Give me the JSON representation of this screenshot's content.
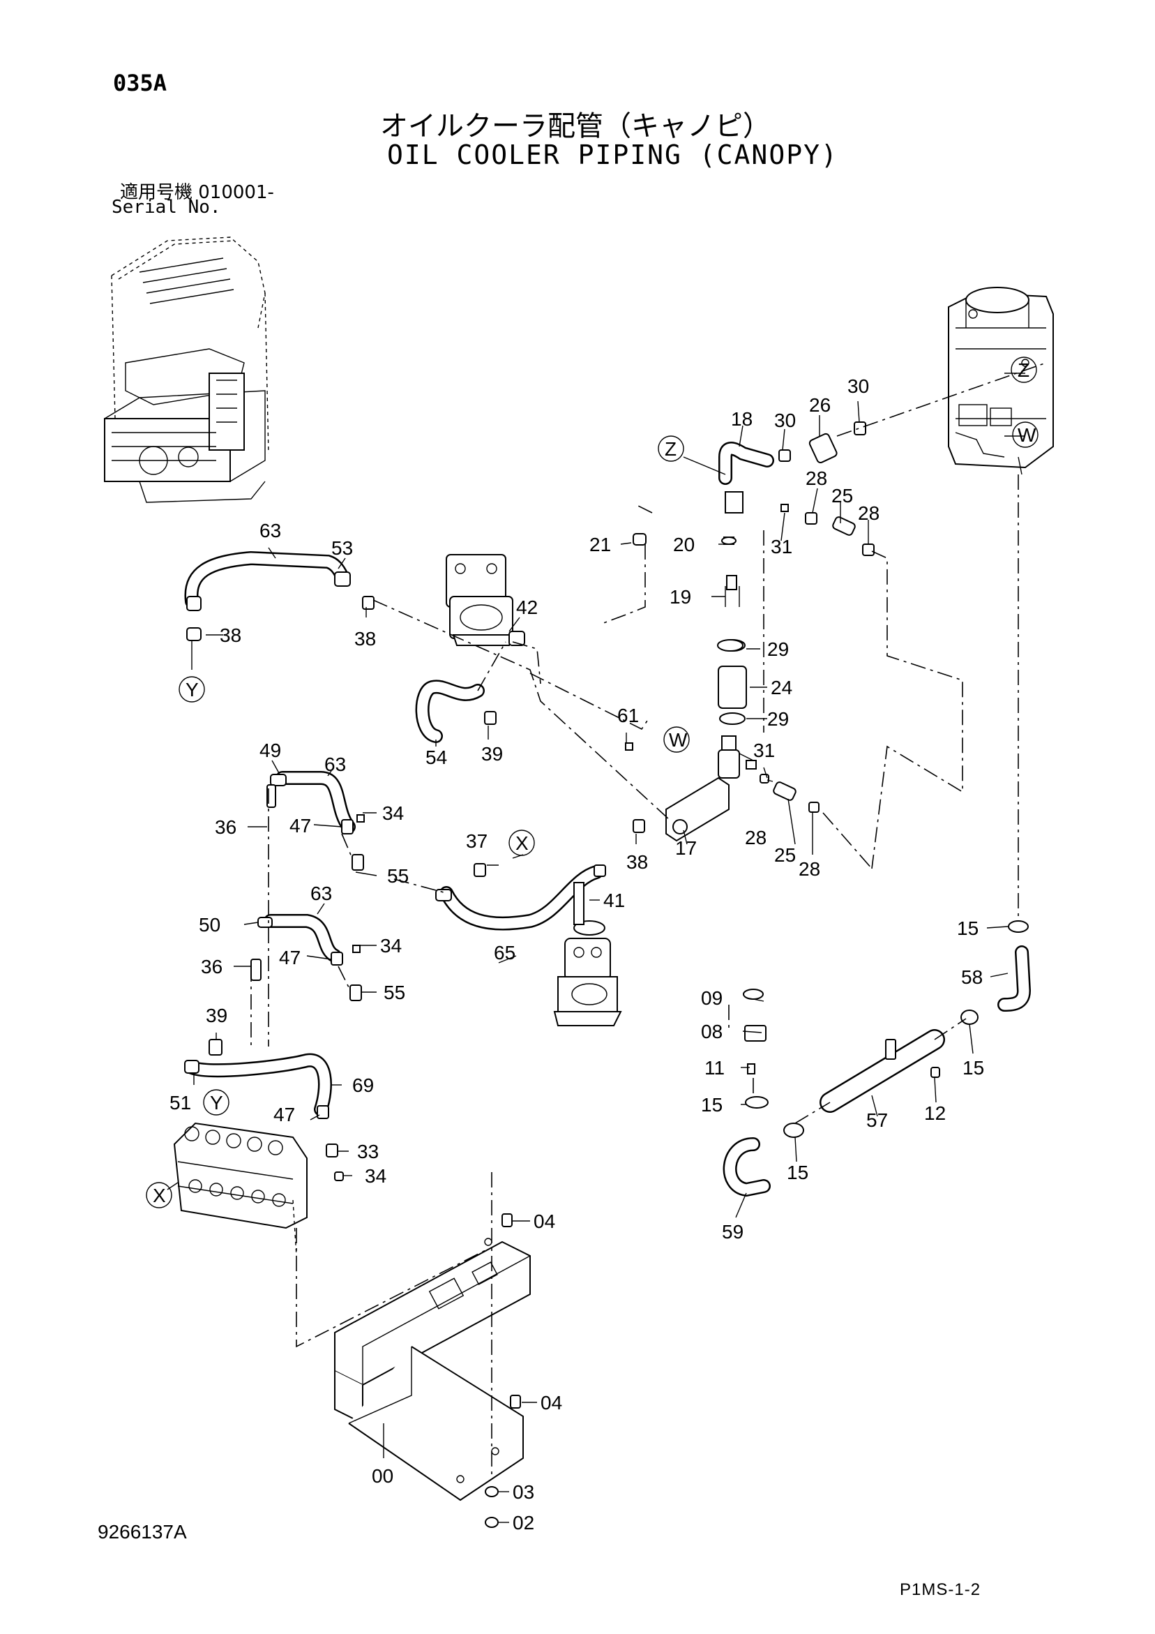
{
  "header": {
    "page_code": "035A",
    "title_jp": "オイルクーラ配管（キャノピ）",
    "title_en": "OIL COOLER PIPING (CANOPY)",
    "serial_label_jp": "適用号機  010001-",
    "serial_label_en": "Serial No."
  },
  "callouts": [
    {
      "label": "63"
    },
    {
      "label": "53"
    },
    {
      "label": "38"
    },
    {
      "label": "38"
    },
    {
      "label": "Y"
    },
    {
      "label": "42"
    },
    {
      "label": "54"
    },
    {
      "label": "39"
    },
    {
      "label": "49"
    },
    {
      "label": "63"
    },
    {
      "label": "36"
    },
    {
      "label": "47"
    },
    {
      "label": "34"
    },
    {
      "label": "55"
    },
    {
      "label": "63"
    },
    {
      "label": "50"
    },
    {
      "label": "36"
    },
    {
      "label": "47"
    },
    {
      "label": "34"
    },
    {
      "label": "55"
    },
    {
      "label": "39"
    },
    {
      "label": "51"
    },
    {
      "label": "Y"
    },
    {
      "label": "47"
    },
    {
      "label": "69"
    },
    {
      "label": "33"
    },
    {
      "label": "34"
    },
    {
      "label": "X"
    },
    {
      "label": "37"
    },
    {
      "label": "X"
    },
    {
      "label": "38"
    },
    {
      "label": "65"
    },
    {
      "label": "41"
    },
    {
      "label": "61"
    },
    {
      "label": "17"
    },
    {
      "label": "W"
    },
    {
      "label": "31"
    },
    {
      "label": "28"
    },
    {
      "label": "25"
    },
    {
      "label": "28"
    },
    {
      "label": "29"
    },
    {
      "label": "24"
    },
    {
      "label": "29"
    },
    {
      "label": "19"
    },
    {
      "label": "21"
    },
    {
      "label": "20"
    },
    {
      "label": "31"
    },
    {
      "label": "Z"
    },
    {
      "label": "18"
    },
    {
      "label": "30"
    },
    {
      "label": "26"
    },
    {
      "label": "30"
    },
    {
      "label": "28"
    },
    {
      "label": "25"
    },
    {
      "label": "28"
    },
    {
      "label": "Z"
    },
    {
      "label": "W"
    },
    {
      "label": "15"
    },
    {
      "label": "58"
    },
    {
      "label": "09"
    },
    {
      "label": "08"
    },
    {
      "label": "11"
    },
    {
      "label": "15"
    },
    {
      "label": "15"
    },
    {
      "label": "57"
    },
    {
      "label": "12"
    },
    {
      "label": "15"
    },
    {
      "label": "59"
    },
    {
      "label": "04"
    },
    {
      "label": "04"
    },
    {
      "label": "00"
    },
    {
      "label": "03"
    },
    {
      "label": "02"
    }
  ],
  "footer": {
    "drawing_number": "9266137A",
    "sheet_code": "P1MS-1-2"
  }
}
